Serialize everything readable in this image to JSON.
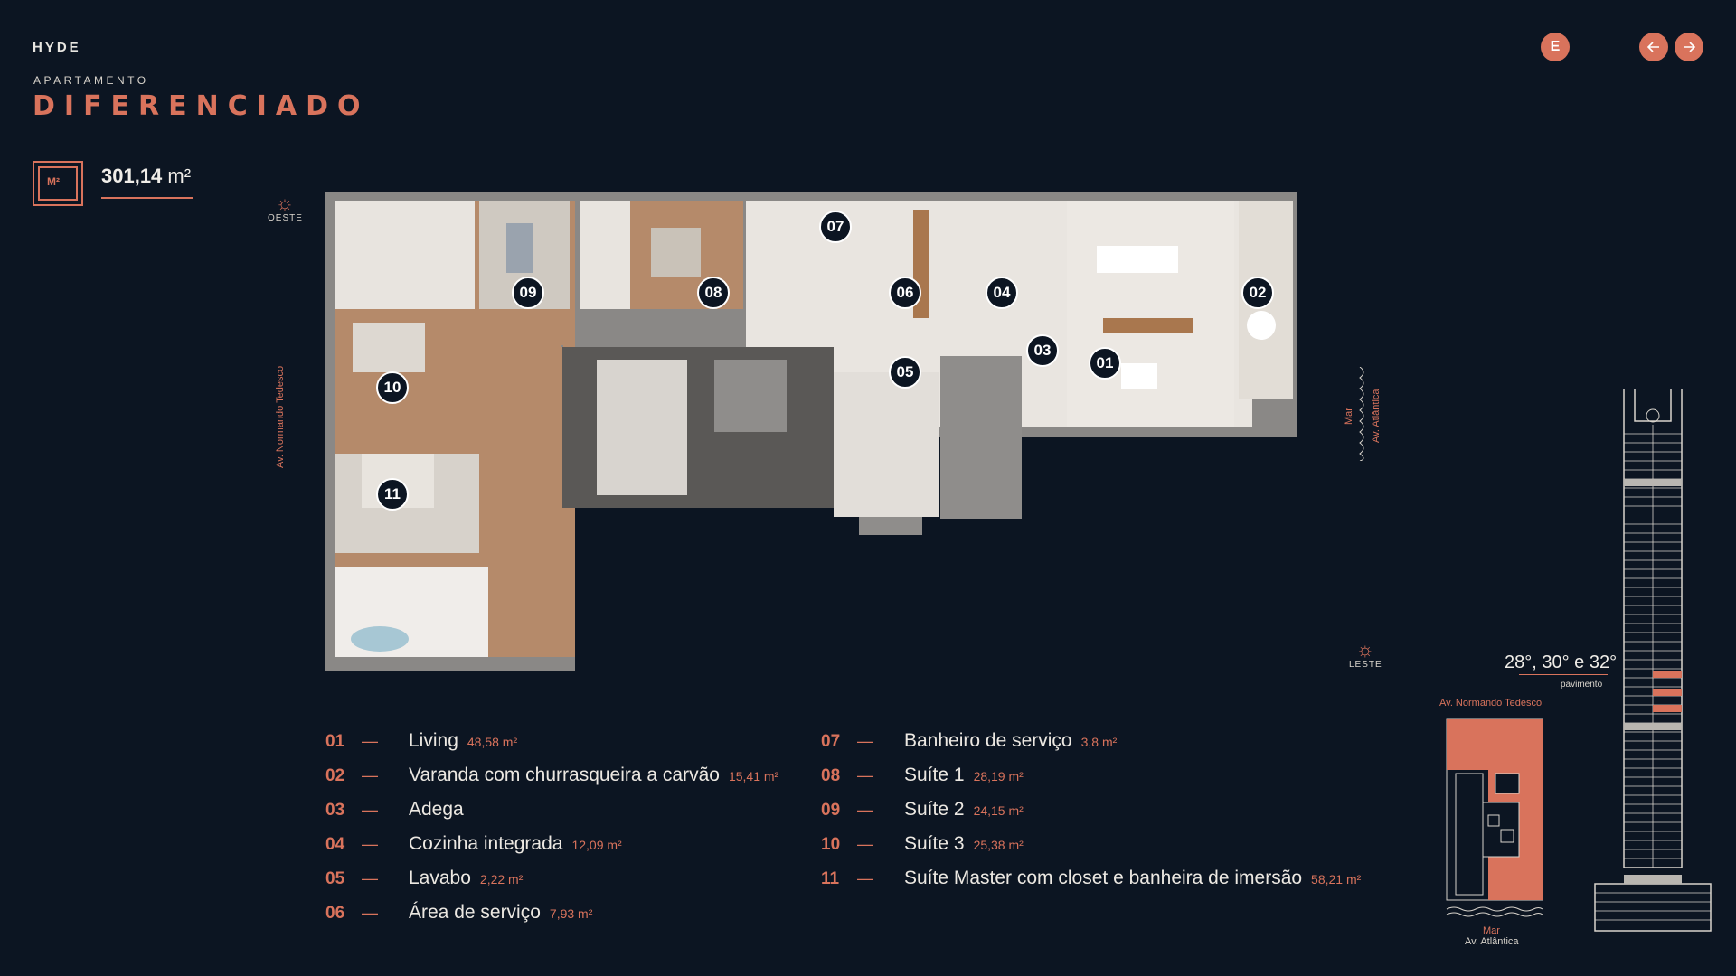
{
  "header": {
    "brand": "HYDE",
    "subtitle": "APARTAMENTO",
    "title": "DIFERENCIADO"
  },
  "area": {
    "icon_label": "M²",
    "value": "301,14",
    "unit": "m²"
  },
  "nav": {
    "e_button": "E",
    "prev_icon": "arrow-left-icon",
    "next_icon": "arrow-right-icon"
  },
  "compass": {
    "west": "OESTE",
    "east": "LESTE"
  },
  "streets": {
    "left": "Av. Normando Tedesco",
    "right_1": "Mar",
    "right_2": "Av. Atlântica"
  },
  "badges": [
    "07",
    "06",
    "04",
    "09",
    "08",
    "02",
    "03",
    "01",
    "05",
    "10",
    "11"
  ],
  "legend_left": [
    {
      "num": "01",
      "name": "Living",
      "size": "48,58 m²"
    },
    {
      "num": "02",
      "name": "Varanda com churrasqueira a carvão",
      "size": "15,41 m²"
    },
    {
      "num": "03",
      "name": "Adega",
      "size": ""
    },
    {
      "num": "04",
      "name": "Cozinha integrada",
      "size": "12,09 m²"
    },
    {
      "num": "05",
      "name": "Lavabo",
      "size": "2,22 m²"
    },
    {
      "num": "06",
      "name": "Área de serviço",
      "size": "7,93 m²"
    }
  ],
  "legend_right": [
    {
      "num": "07",
      "name": "Banheiro de serviço",
      "size": "3,8 m²"
    },
    {
      "num": "08",
      "name": "Suíte 1",
      "size": "28,19 m²"
    },
    {
      "num": "09",
      "name": "Suíte 2",
      "size": "24,15 m²"
    },
    {
      "num": "10",
      "name": "Suíte 3",
      "size": "25,38 m²"
    },
    {
      "num": "11",
      "name": "Suíte Master com closet e banheira de imersão",
      "size": "58,21 m²"
    }
  ],
  "floors": {
    "label": "28°, 30° e 32°",
    "sub": "pavimento"
  },
  "mini_map": {
    "top": "Av. Normando Tedesco",
    "bottom_1": "Mar",
    "bottom_2": "Av. Atlântica"
  },
  "colors": {
    "background": "#0c1522",
    "accent": "#d9735c"
  }
}
